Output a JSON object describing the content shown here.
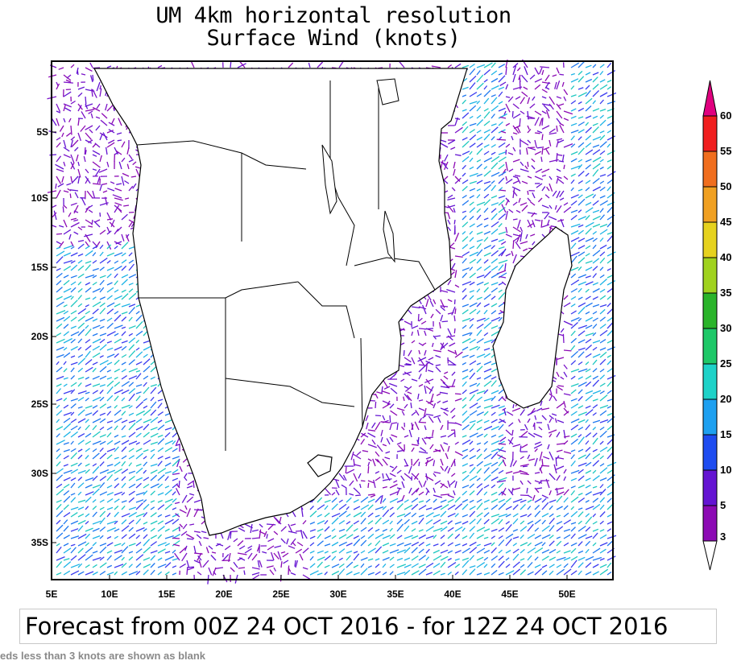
{
  "title_line1": "UM 4km horizontal resolution",
  "title_line2": "Surface Wind (knots)",
  "forecast": "Forecast from 00Z 24 OCT 2016 - for 12Z 24 OCT 2016",
  "note": "eds less than 3 knots are shown as blank",
  "lat_labels": [
    "5S",
    "10S",
    "15S",
    "20S",
    "25S",
    "30S",
    "35S"
  ],
  "lon_labels": [
    "5E",
    "10E",
    "15E",
    "20E",
    "25E",
    "30E",
    "35E",
    "40E",
    "45E",
    "50E"
  ],
  "map": {
    "lon_range": [
      5,
      54
    ],
    "lat_range": [
      -38,
      -0.8
    ],
    "arrow_color": "#9a9a9a"
  },
  "colorbar": {
    "labels": [
      "60",
      "55",
      "50",
      "45",
      "40",
      "35",
      "30",
      "25",
      "20",
      "15",
      "10",
      "5",
      "3"
    ],
    "colors": [
      "#e0007f",
      "#f01e1e",
      "#f06e1e",
      "#f0a022",
      "#e6d21e",
      "#a0d21e",
      "#2ab42a",
      "#1ec868",
      "#1ed2c8",
      "#1ea0f0",
      "#1e4cf0",
      "#6414d2",
      "#8c0ab4"
    ]
  }
}
